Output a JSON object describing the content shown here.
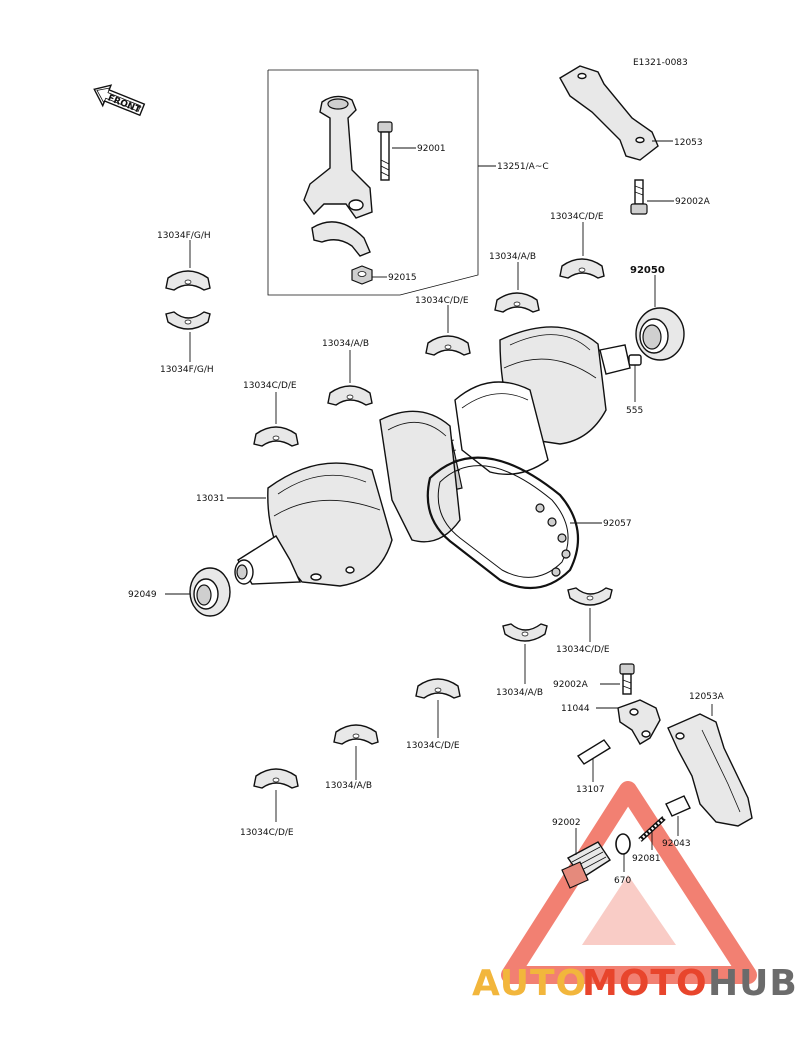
{
  "diagram": {
    "ref_code": "E1321-0083",
    "front_label": "FRONT",
    "labels": {
      "rod_assy": "13251/A~C",
      "bolt_92001": "92001",
      "nut_92015": "92015",
      "bracket_12053": "12053",
      "bolt_92002A_top": "92002A",
      "bearing_FGH_top": "13034F/G/H",
      "bearing_FGH_bottom": "13034F/G/H",
      "bearing_CDE_tr": "13034C/D/E",
      "bearing_AB_top": "13034/A/B",
      "seal_92050": "92050",
      "bearing_CDE_mid": "13034C/D/E",
      "bearing_AB_left": "13034/A/B",
      "pin_555": "555",
      "bearing_CDE_left": "13034C/D/E",
      "crankshaft_13031": "13031",
      "chain_92057": "92057",
      "seal_92049": "92049",
      "bearing_CDE_right": "13034C/D/E",
      "bearing_AB_lower": "13034/A/B",
      "bolt_92002A_low": "92002A",
      "guide_11044": "11044",
      "bracket_12053A": "12053A",
      "bearing_CDE_lower": "13034C/D/E",
      "bearing_AB_bottom": "13034/A/B",
      "pin_13107": "13107",
      "bearing_CDE_bottom": "13034C/D/E",
      "bolt_92002": "92002",
      "spring_92081": "92081",
      "pin_92043": "92043",
      "oring_670": "670"
    }
  },
  "watermark": {
    "part1": "AUTO",
    "part2": "MOTO",
    "part3": "HUB",
    "colors": {
      "auto": "#f2b63c",
      "moto": "#e8452c",
      "hub": "#6b6b6b",
      "triangle": "#f06a5a"
    }
  }
}
